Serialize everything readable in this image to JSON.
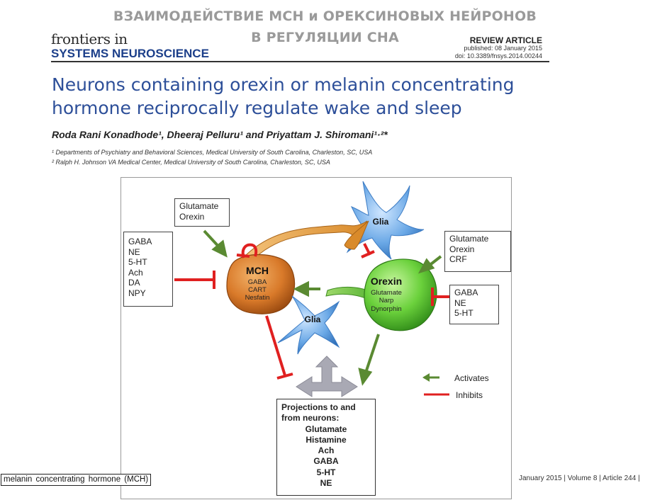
{
  "slide_title": {
    "line1": "ВЗАИМОДЕЙСТВИЕ МСН и ОРЕКСИНОВЫХ НЕЙРОНОВ",
    "line2": "В РЕГУЛЯЦИИ СНА"
  },
  "journal": {
    "name_top": "frontiers in",
    "name_bottom": "SYSTEMS NEUROSCIENCE"
  },
  "article_meta": {
    "type": "REVIEW ARTICLE",
    "published": "published: 08 January 2015",
    "doi": "doi: 10.3389/fnsys.2014.00244"
  },
  "article": {
    "title_line1": "Neurons containing orexin or melanin concentrating",
    "title_line2": "hormone reciprocally regulate wake and sleep",
    "authors": "Roda Rani Konadhode¹, Dheeraj Pelluru¹ and Priyattam J. Shiromani¹·²*",
    "affiliation_1": "¹ Departments of Psychiatry and Behavioral Sciences, Medical University of South Carolina, Charleston, SC, USA",
    "affiliation_2": "² Ralph H. Johnson VA Medical Center, Medical University of South Carolina, Charleston, SC, USA"
  },
  "figure": {
    "left_box": [
      "GABA",
      "NE",
      "5-HT",
      "Ach",
      "DA",
      "NPY"
    ],
    "top_box": [
      "Glutamate",
      "Orexin"
    ],
    "right_top_box": [
      "Glutamate",
      "Orexin",
      "CRF"
    ],
    "right_bottom_box": [
      "GABA",
      "NE",
      "5-HT"
    ],
    "mch_neuron": {
      "label": "MCH",
      "sub": [
        "GABA",
        "CART",
        "Nesfatin"
      ]
    },
    "orexin_neuron": {
      "label": "Orexin",
      "sub": [
        "Glutamate",
        "Narp",
        "Dynorphin"
      ]
    },
    "glia_top": "Glia",
    "glia_bottom": "Glia",
    "projections": {
      "title": "Projections to and from neurons:",
      "items": [
        "Glutamate",
        "Histamine",
        "Ach",
        "GABA",
        "5-HT",
        "NE"
      ]
    },
    "legend": {
      "activates": "Activates",
      "inhibits": "Inhibits"
    }
  },
  "highlight_term": "melanin concentrating hormone (MCH)",
  "footer": "January 2015 | Volume 8 | Article 244 |",
  "colors": {
    "activate": "#5a8a32",
    "inhibit": "#e02020",
    "mch": "#d97a2a",
    "orexin": "#6bd13c",
    "glia": "#6aa8e6",
    "title_blue": "#2d4f99"
  }
}
